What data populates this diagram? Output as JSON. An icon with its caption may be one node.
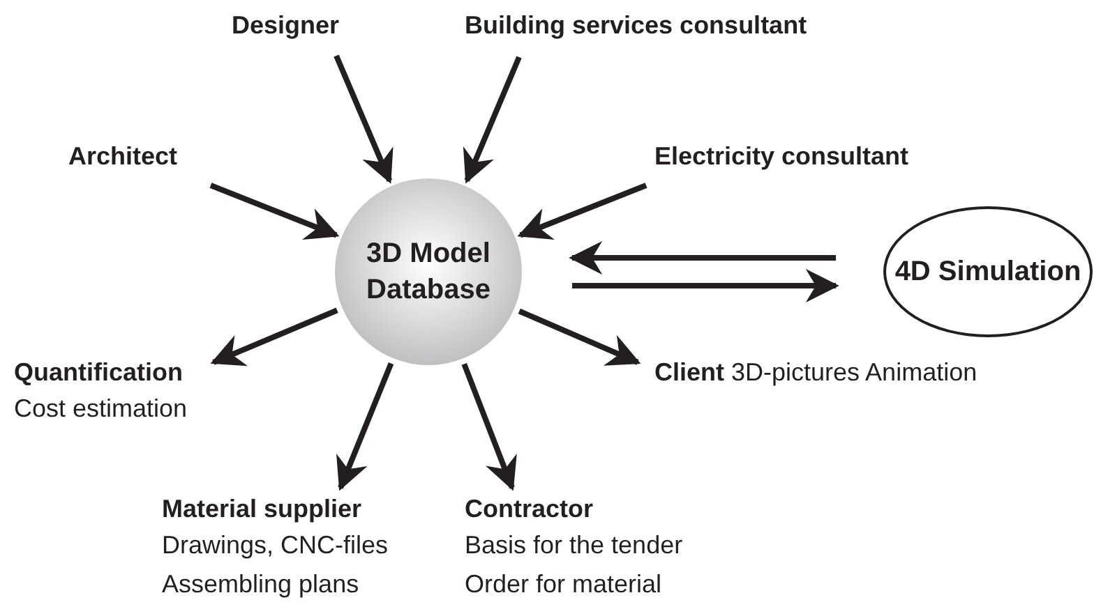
{
  "diagram": {
    "nodes": [
      {
        "text": [
          "Designer"
        ]
      },
      {
        "text": [
          "Building services consultant"
        ]
      },
      {
        "text": [
          "Architect"
        ]
      },
      {
        "text": [
          "Electricity consultant"
        ]
      },
      {
        "text": [
          "3D Model Database"
        ]
      },
      {
        "text": [
          "4D Simulation"
        ]
      },
      {
        "text": [
          "Quantification",
          "Cost estimation"
        ]
      },
      {
        "text": [
          "**Client** 3D-pictures Animation"
        ]
      },
      {
        "text": [
          "Material supplier",
          "Drawings, CNC-files Assembling plans"
        ]
      },
      {
        "text": [
          "Contractor",
          "Basis for the tender Order for material"
        ]
      }
    ],
    "edges": [
      {
        "from": 0,
        "to": 4,
        "arrow": "to"
      },
      {
        "from": 1,
        "to": 4,
        "arrow": "to"
      },
      {
        "from": 2,
        "to": 4,
        "arrow": "to"
      },
      {
        "from": 3,
        "to": 4,
        "arrow": "to"
      },
      {
        "from": 5,
        "to": 4,
        "arrow": "to"
      },
      {
        "from": 4,
        "to": 5,
        "arrow": "to"
      },
      {
        "from": 4,
        "to": 6,
        "arrow": "to"
      },
      {
        "from": 4,
        "to": 7,
        "arrow": "to"
      },
      {
        "from": 4,
        "to": 8,
        "arrow": "to"
      },
      {
        "from": 4,
        "to": 9,
        "arrow": "to"
      }
    ]
  }
}
